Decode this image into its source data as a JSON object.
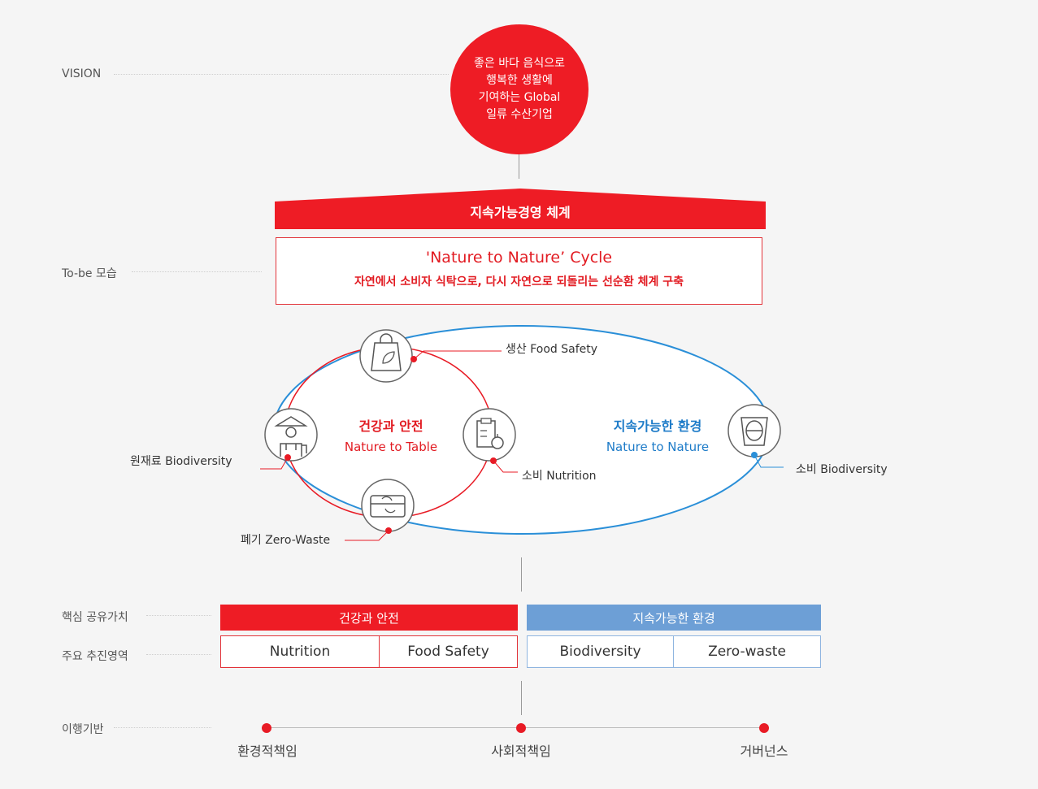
{
  "rows": {
    "vision": "VISION",
    "tobe": "To-be 모습",
    "core_value": "핵심 공유가치",
    "focus_area": "주요 추진영역",
    "foundation": "이행기반"
  },
  "vision_text": "좋은 바다 음식으로\n행복한 생활에\n기여하는 Global\n일류 수산기업",
  "system_title": "지속가능경영 체계",
  "tobe": {
    "title": "'Nature to Nature’ Cycle",
    "subtitle": "자연에서 소비자 식탁으로, 다시 자연으로 되돌리는 선순환 체계  구축"
  },
  "cycle": {
    "left": {
      "title": "건강과 안전",
      "sub": "Nature to Table"
    },
    "right": {
      "title": "지속가능한 환경",
      "sub": "Nature to Nature"
    },
    "callouts": {
      "production": "생산 Food Safety",
      "raw": "원재료 Biodiversity",
      "consume_left": "소비 Nutrition",
      "waste": "폐기 Zero-Waste",
      "consume_right": "소비 Biodiversity"
    },
    "icons": [
      "bag-icon",
      "farmer-icon",
      "clipboard-apple-icon",
      "recycle-box-icon",
      "cup-icon"
    ]
  },
  "values": {
    "left": "건강과 안전",
    "right": "지속가능한 환경"
  },
  "areas": [
    "Nutrition",
    "Food Safety",
    "Biodiversity",
    "Zero-waste"
  ],
  "foundation": [
    "환경적책임",
    "사회적책임",
    "거버넌스"
  ],
  "colors": {
    "red": "#ee1c25",
    "blue": "#6d9fd6",
    "cycle_blue": "#2a8fd8"
  }
}
